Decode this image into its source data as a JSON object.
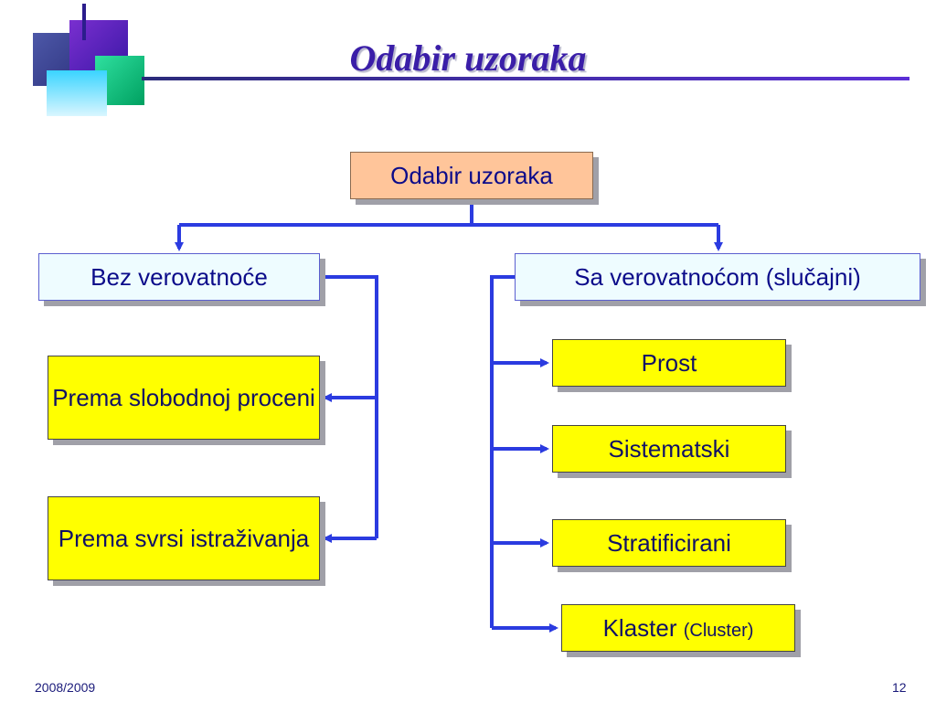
{
  "slide": {
    "title": "Odabir uzoraka",
    "footer_date": "2008/2009",
    "page_number": "12"
  },
  "diagram": {
    "root": "Odabir uzoraka",
    "non_probability": {
      "label": "Bez verovatnoće",
      "children": [
        "Prema slobodnoj proceni",
        "Prema svrsi istraživanja"
      ]
    },
    "probability": {
      "label": "Sa verovatnoćom (slučajni)",
      "children": [
        "Prost",
        "Sistematski",
        "Stratificirani"
      ],
      "last_child": {
        "label": "Klaster",
        "note": "(Cluster)"
      }
    }
  },
  "colors": {
    "connector": "#2b3be0",
    "leaf_fill": "#ffff00",
    "branch_fill": "#eefcff",
    "root_fill": "#ffc59a",
    "title": "#3a1ea8"
  }
}
